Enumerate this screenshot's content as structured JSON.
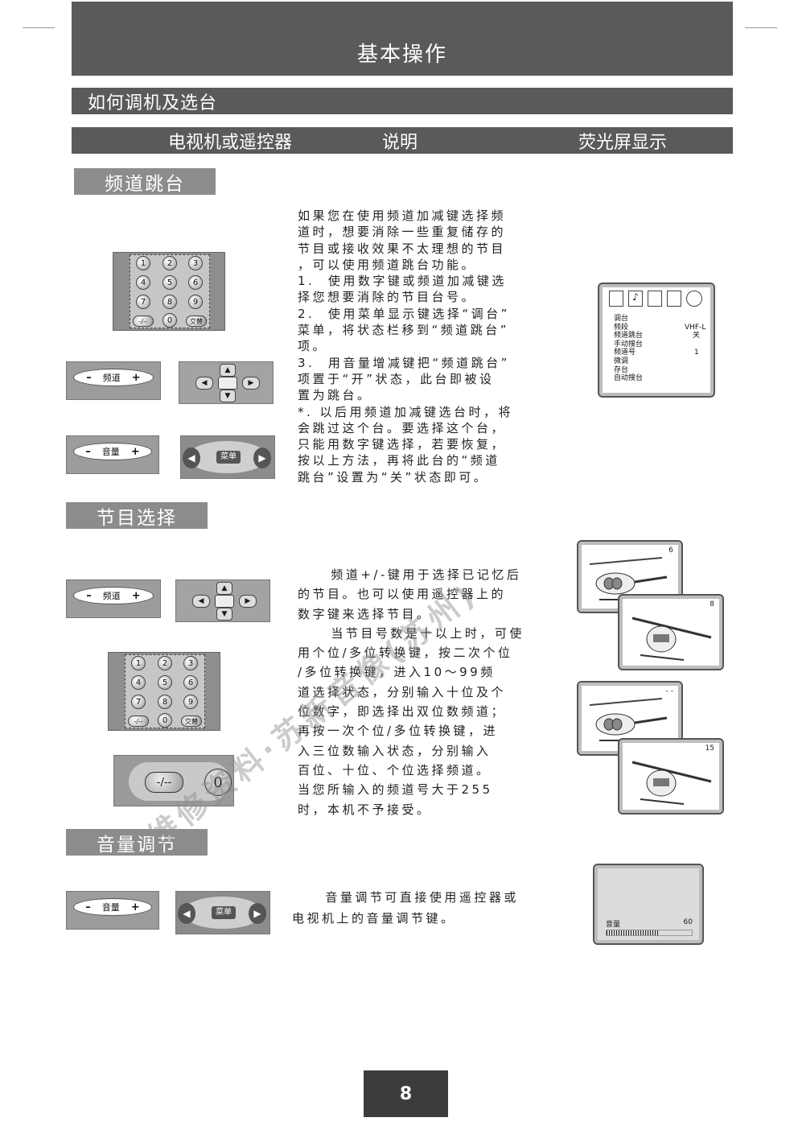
{
  "header": {
    "title": "基本操作"
  },
  "section_title": "如何调机及选台",
  "columns": {
    "col1": "电视机或遥控器",
    "col2": "说明",
    "col3": "荧光屏显示"
  },
  "channel_skip": {
    "label": "频道跳台",
    "text": "如果您在使用频道加减键选择频\n道时，想要消除一些重复储存的\n节目或接收效果不太理想的节目\n，可以使用频道跳台功能。\n1.  使用数字键或频道加减键选\n择您想要消除的节目台号。\n2.  使用菜单显示键选择“调台”\n菜单，将状态栏移到“频道跳台”\n项。\n3.  用音量增减键把“频道跳台”\n项置于“开”状态，此台即被设\n置为跳台。\n*. 以后用频道加减键选台时，将\n会跳过这个台。要选择这个台，\n只能用数字键选择，若要恢复，\n按以上方法，再将此台的“频道\n跳台”设置为“关”状态即可。",
    "osd": {
      "menu": [
        "调台",
        "频段",
        "频道跳台",
        "手动搜台",
        "频道号",
        "微调",
        "存台",
        "自动搜台"
      ],
      "values": {
        "band": "VHF-L",
        "skip": "关",
        "channel": "1"
      }
    }
  },
  "program_select": {
    "label": "节目选择",
    "text": "     频道+/-键用于选择已记忆后\n的节目。也可以使用遥控器上的\n数字键来选择节目。\n     当节目号数是十以上时，可使\n用个位/多位转换键，按二次个位\n/多位转换键，进入10～99频\n道选择状态，分别输入十位及个\n位数字，即选择出双位数频道；\n再按一次个位/多位转换键，进\n入三位数输入状态，分别输入\n百位、十位、个位选择频道。\n当您所输入的频道号大于255\n时，本机不予接受。",
    "screens": [
      "6",
      "8",
      "- -",
      "15"
    ]
  },
  "volume": {
    "label": "音量调节",
    "text": "     音量调节可直接使用遥控器或\n电视机上的音量调节键。",
    "osd_label": "音量",
    "osd_value": "60",
    "level": 0.6
  },
  "controls": {
    "channel_key": "频道",
    "volume_key": "音量",
    "menu_key": "菜单",
    "minus": "–",
    "plus": "+",
    "swap_key": "交替",
    "digit_switch": "-/--",
    "digits": [
      "1",
      "2",
      "3",
      "4",
      "5",
      "6",
      "7",
      "8",
      "9",
      "0"
    ]
  },
  "watermark": "维修资料·苏新音像(苏州)",
  "page_number": "8"
}
